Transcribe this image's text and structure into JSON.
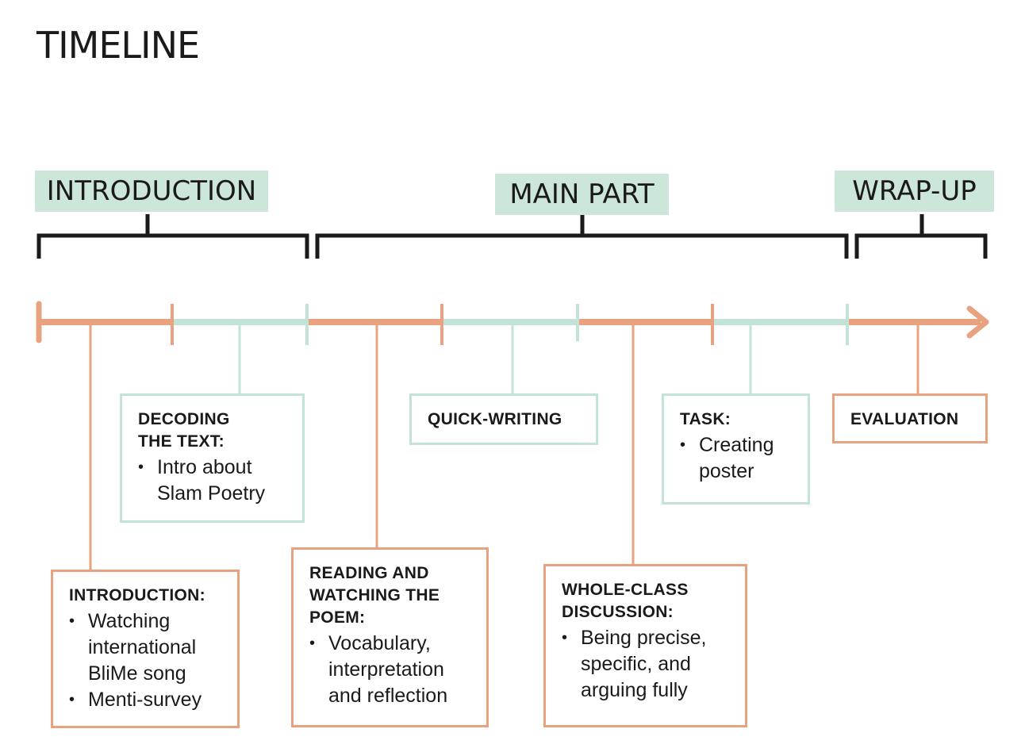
{
  "title": "TIMELINE",
  "colors": {
    "orange": "#e9a27f",
    "green": "#c3e2d8",
    "phase_bg": "#cde6da",
    "bracket": "#1a1a1a"
  },
  "phases": {
    "introduction": "INTRODUCTION",
    "main_part": "MAIN PART",
    "wrap_up": "WRAP-UP"
  },
  "steps": {
    "introduction": {
      "heading": "INTRODUCTION:",
      "bullets": [
        "Watching\ninternational\nBliMe song",
        "Menti-survey"
      ]
    },
    "decoding": {
      "heading": "DECODING\nTHE TEXT:",
      "bullets": [
        "Intro about\nSlam Poetry"
      ]
    },
    "reading": {
      "heading": "READING AND\nWATCHING THE\nPOEM:",
      "bullets": [
        "Vocabulary,\ninterpretation\nand reflection"
      ]
    },
    "quick_writing": {
      "heading": "QUICK-WRITING"
    },
    "discussion": {
      "heading": "WHOLE-CLASS\nDISCUSSION:",
      "bullets": [
        "Being precise,\nspecific, and\narguing fully"
      ]
    },
    "task": {
      "heading": "TASK:",
      "bullets": [
        "Creating\nposter"
      ]
    },
    "evaluation": {
      "heading": "EVALUATION"
    }
  }
}
